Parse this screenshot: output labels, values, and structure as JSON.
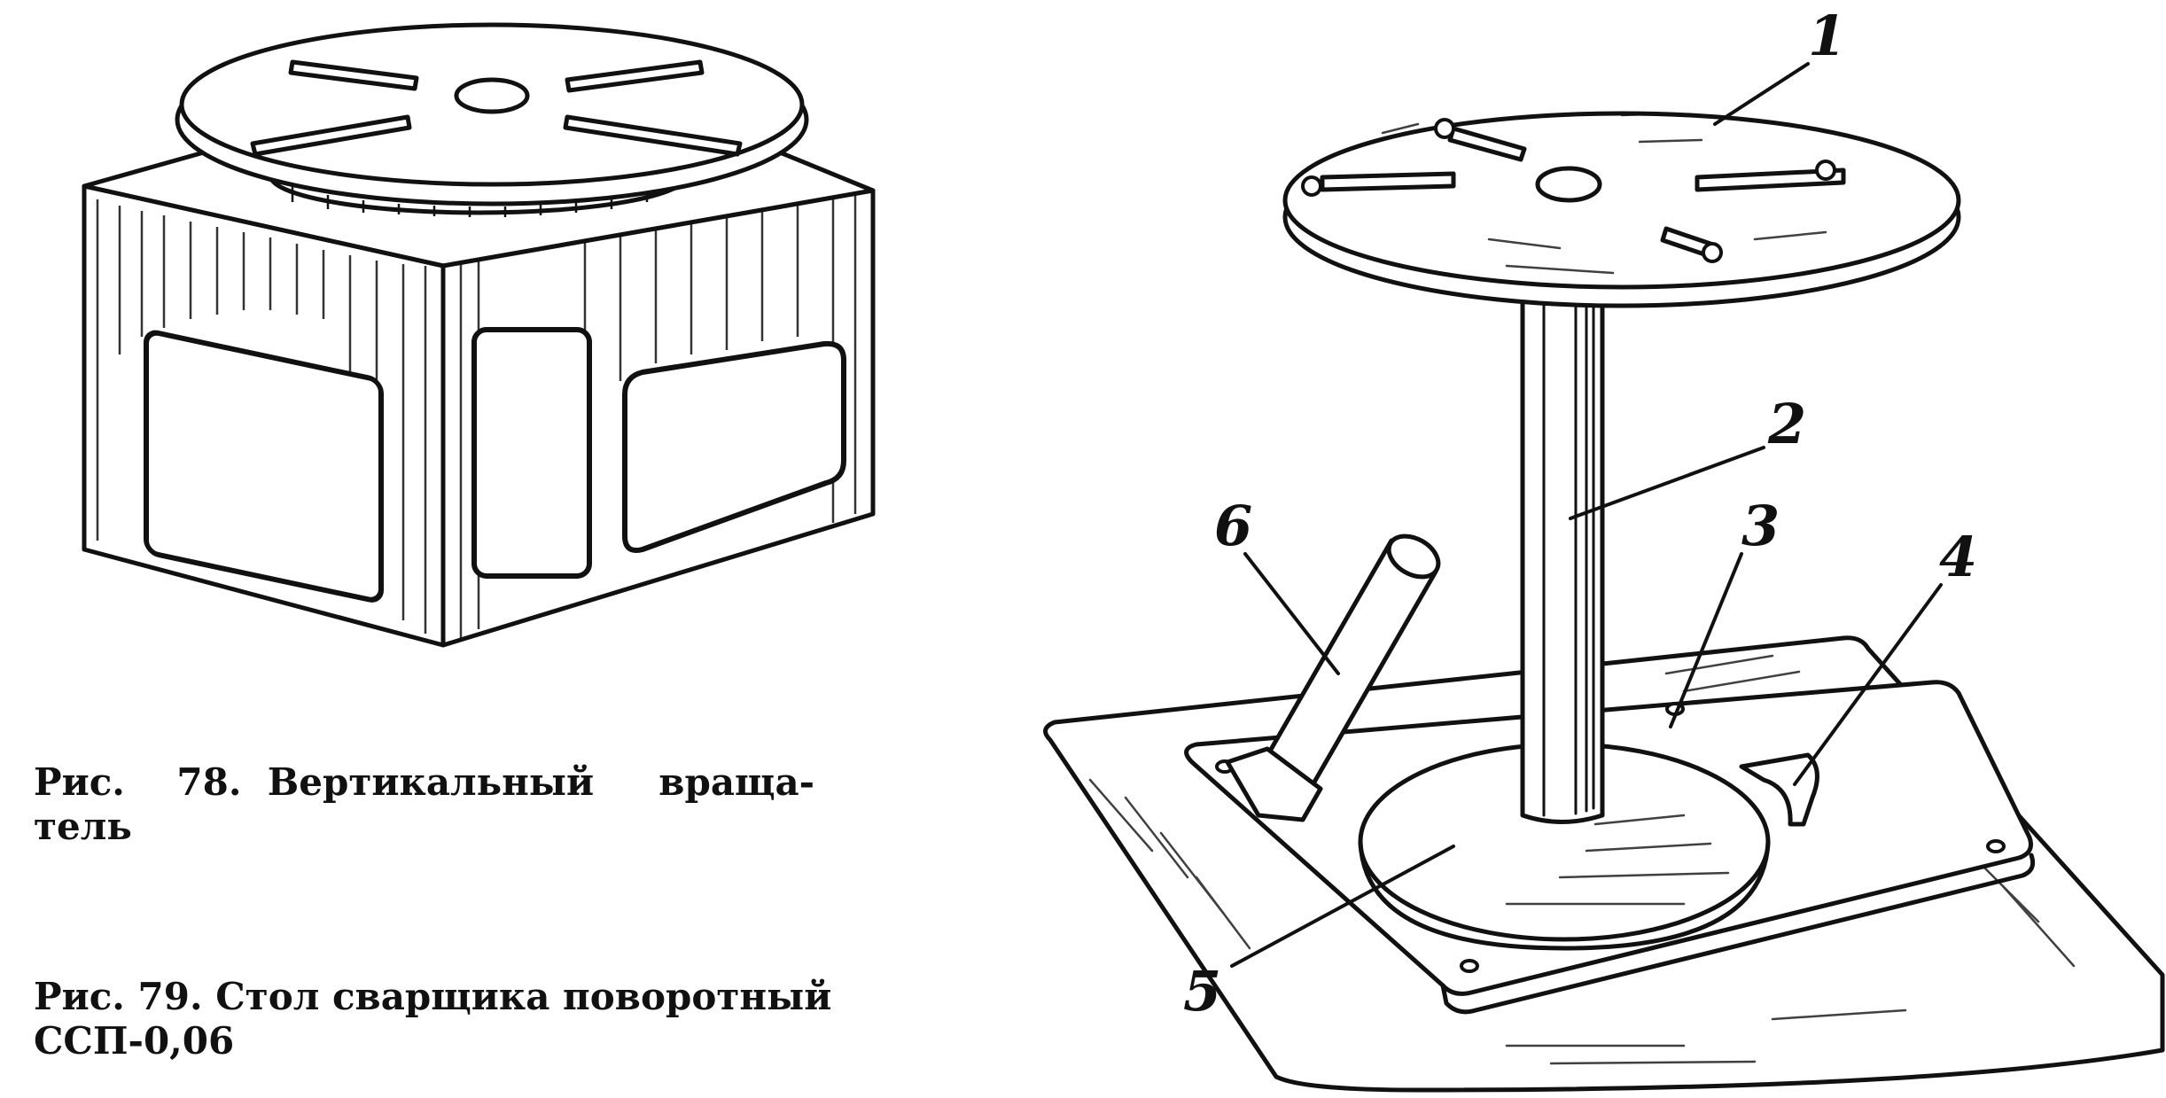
{
  "figure_78": {
    "caption_line_1": "Рис.    78.  Вертикальный     вращa-",
    "caption_line_2": "тель"
  },
  "figure_79": {
    "caption_line_1": "Рис. 79. Стол сварщика поворотный",
    "caption_line_2": "ССП-0,06",
    "callouts": [
      "1",
      "2",
      "3",
      "4",
      "5",
      "6"
    ]
  },
  "colors": {
    "ink": "#111111",
    "paper": "#ffffff"
  }
}
